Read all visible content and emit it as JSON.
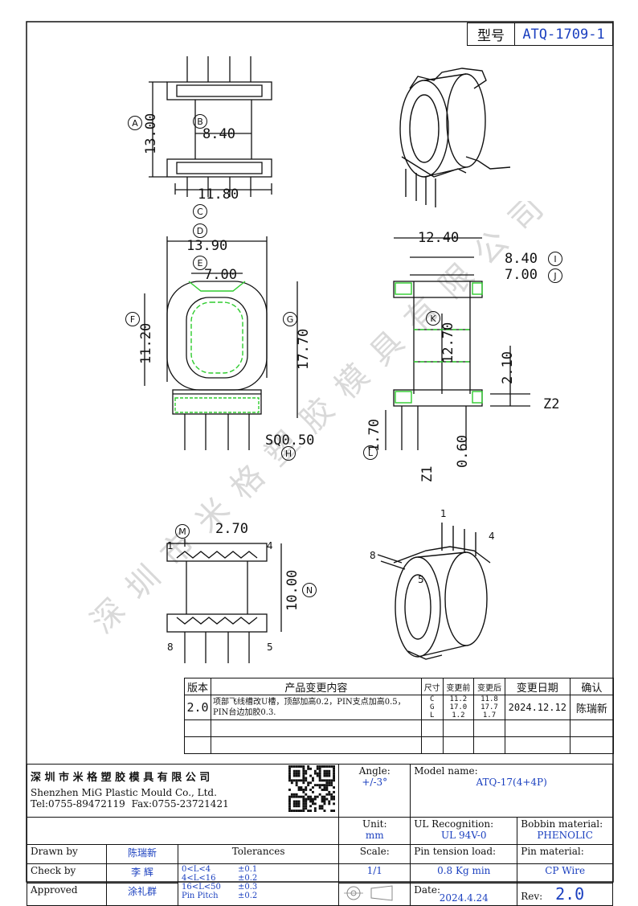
{
  "header": {
    "model_label": "型号",
    "model_value": "ATQ-1709-1"
  },
  "dims": {
    "A": "A",
    "B": "B",
    "C": "C",
    "D": "D",
    "E": "E",
    "F": "F",
    "G": "G",
    "H": "H",
    "I": "I",
    "J": "J",
    "K": "K",
    "L": "L",
    "M": "M",
    "N": "N",
    "d_13_00": "13.00",
    "d_8_40a": "8.40",
    "d_11_80": "11.80",
    "d_13_90": "13.90",
    "d_7_00a": "7.00",
    "d_11_20": "11.20",
    "d_17_70": "17.70",
    "d_sq": "SQ0.50",
    "d_12_40": "12.40",
    "d_8_40b": "8.40",
    "d_7_00b": "7.00",
    "d_12_70": "12.70",
    "d_2_10": "2.10",
    "d_z2": "Z2",
    "d_z1": "Z1",
    "d_1_70": "1.70",
    "d_0_60": "0.60",
    "d_2_70": "2.70",
    "d_10_00": "10.00",
    "pin1": "1",
    "pin4": "4",
    "pin5": "5",
    "pin8": "8",
    "iso_pin1": "1",
    "iso_pin4": "4",
    "iso_pin5": "5",
    "iso_pin8": "8"
  },
  "watermark": [
    "深",
    "圳",
    "市",
    "米",
    "格",
    "塑",
    "胶",
    "模",
    "具",
    "有",
    "限",
    "公",
    "司"
  ],
  "changes": {
    "headers": [
      "版本",
      "产品变更内容",
      "尺寸",
      "变更前",
      "变更后",
      "变更日期",
      "确认"
    ],
    "row": {
      "version": "2.0",
      "content": "项部飞线槽改U槽，顶部加高0.2，PIN支点加高0.5，PIN台边加胶0.3.",
      "dims": [
        "C",
        "G",
        "L"
      ],
      "before": [
        "11.2",
        "17.0",
        "1.2"
      ],
      "after": [
        "11.8",
        "17.7",
        "1.7"
      ],
      "date": "2024.12.12",
      "confirm": "陈瑞新"
    }
  },
  "title_block": {
    "company_cn": "深 圳 市 米 格 塑 胶 模 具 有 限 公 司",
    "company_en": "Shenzhen MiG Plastic Mould Co., Ltd.",
    "tel": "Tel:0755-89472119",
    "fax": "Fax:0755-23721421",
    "angle_label": "Angle:",
    "angle_value": "+/-3°",
    "unit_label": "Unit:",
    "unit_value": "mm",
    "scale_label": "Scale:",
    "scale_value": "1/1",
    "model_label": "Model name:",
    "model_value": "ATQ-17(4+4P)",
    "ul_label": "UL Recognition:",
    "ul_value": "UL 94V-0",
    "bobbin_label": "Bobbin material:",
    "bobbin_value": "PHENOLIC",
    "pin_tension_label": "Pin tension load:",
    "pin_tension_value": "0.8 Kg min",
    "pin_material_label": "Pin material:",
    "pin_material_value": "CP Wire",
    "date_label": "Date:",
    "date_value": "2024.4.24",
    "rev_label": "Rev:",
    "rev_value": "2.0",
    "drawn_label": "Drawn by",
    "drawn_value": "陈瑞新",
    "check_label": "Check by",
    "check_value": "李  辉",
    "approved_label": "Approved",
    "approved_value": "涂礼群",
    "tolerances_label": "Tolerances",
    "tolerances": [
      {
        "range": "0<L<4",
        "tol": "±0.1"
      },
      {
        "range": "4<L<16",
        "tol": "±0.2"
      },
      {
        "range": "16<L<50",
        "tol": "±0.3"
      },
      {
        "range": "Pin Pitch",
        "tol": "±0.2"
      }
    ]
  }
}
